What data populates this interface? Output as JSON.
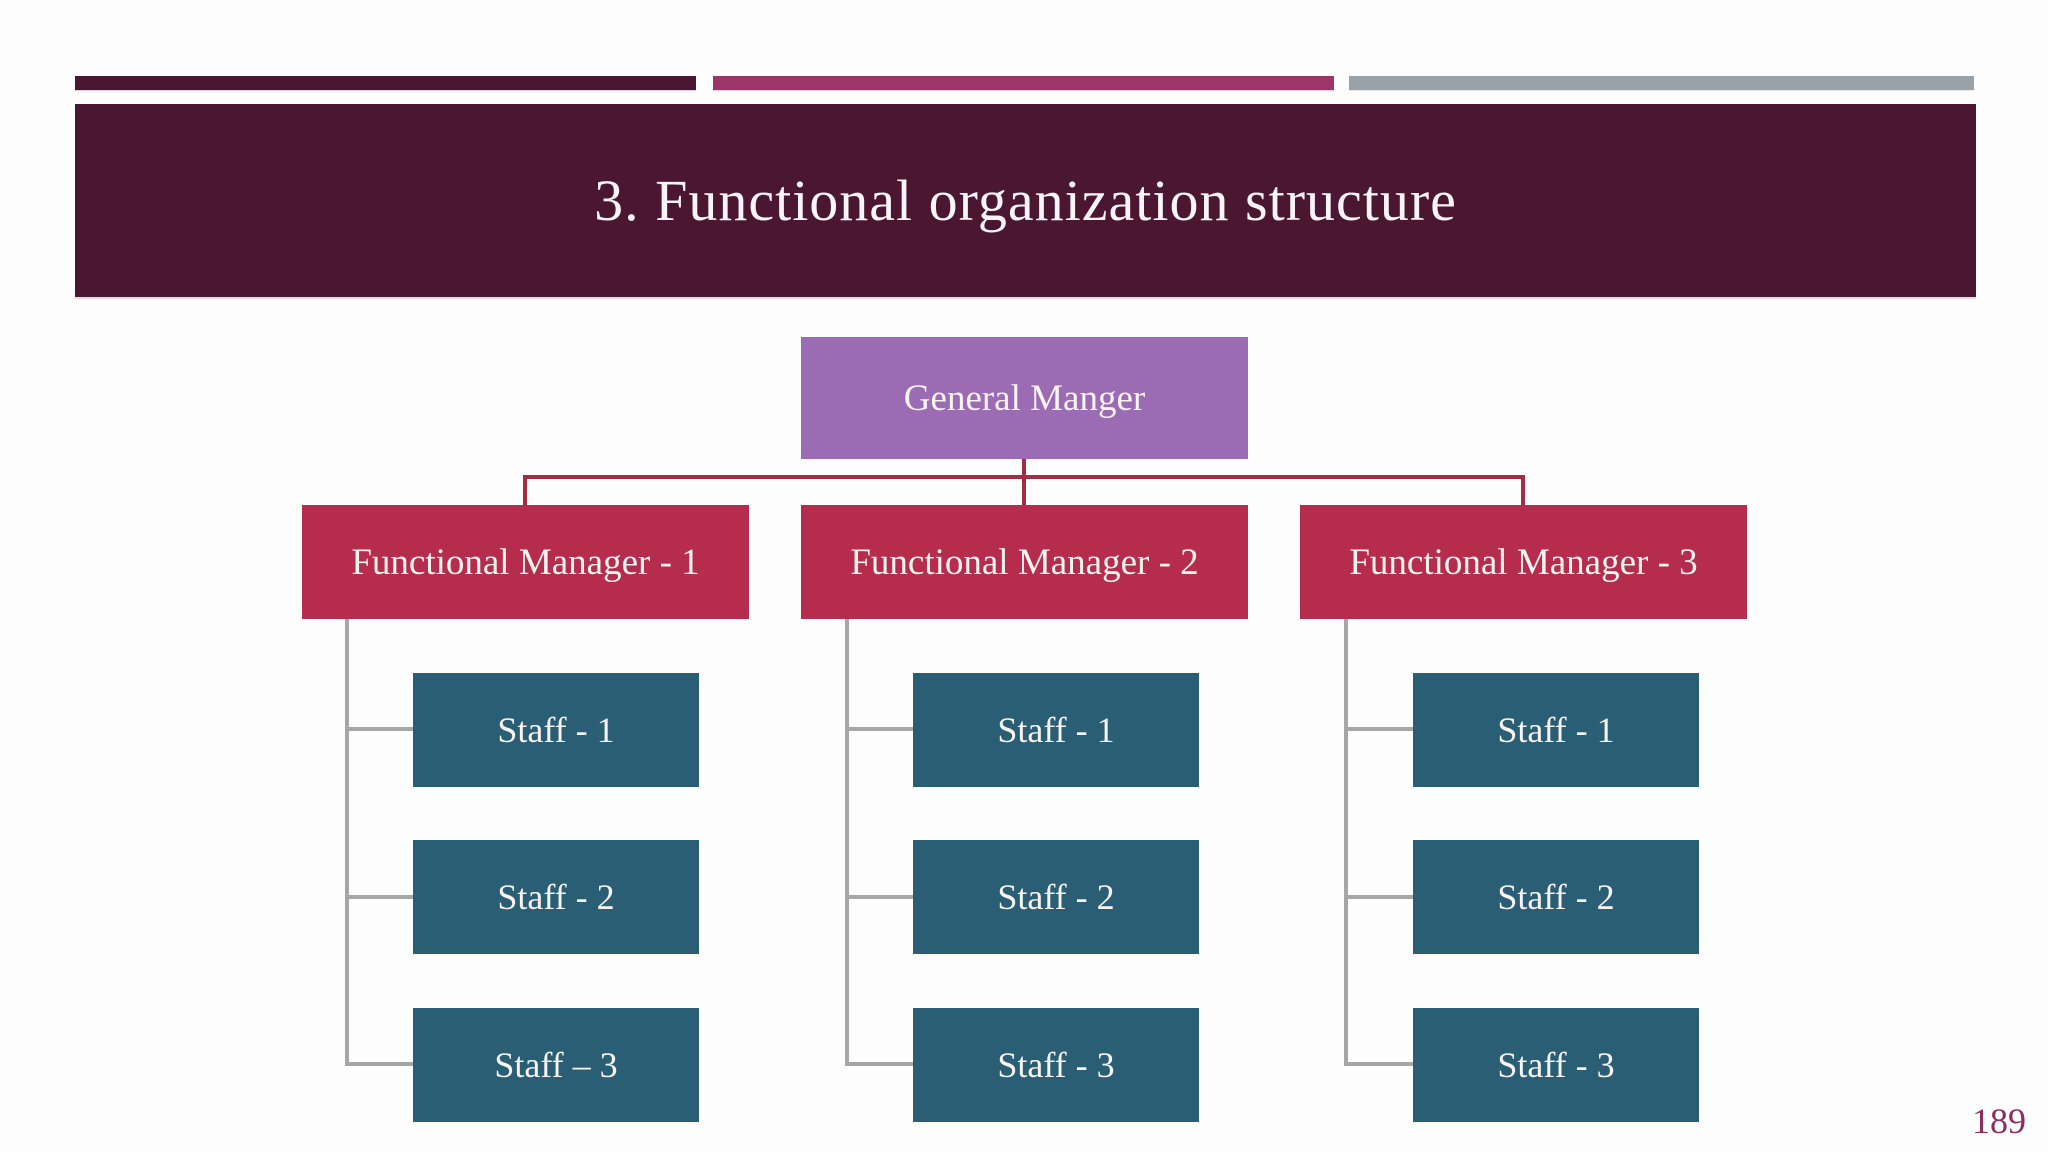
{
  "slide": {
    "title": "3. Functional organization structure",
    "page_number": "189"
  },
  "colors": {
    "title_banner_bg": "#4a1632",
    "accent_bar_maroon": "#4a1632",
    "accent_bar_magenta": "#9e3568",
    "accent_bar_gray": "#98a2a8",
    "general_manager_bg": "#9b6bb3",
    "functional_manager_bg": "#b52c4c",
    "staff_bg": "#2a5e75",
    "connector_red": "#a62c44",
    "connector_gray": "#a6a6a6",
    "title_text": "#f9f4f8",
    "box_text": "#f7f3f0",
    "page_number_text": "#8e2d5c"
  },
  "org_chart": {
    "root": {
      "label": "General Manger"
    },
    "columns": [
      {
        "manager": "Functional Manager - 1",
        "staff": [
          "Staff - 1",
          "Staff - 2",
          "Staff – 3"
        ]
      },
      {
        "manager": "Functional Manager - 2",
        "staff": [
          "Staff - 1",
          "Staff - 2",
          "Staff - 3"
        ]
      },
      {
        "manager": "Functional Manager - 3",
        "staff": [
          "Staff - 1",
          "Staff - 2",
          "Staff - 3"
        ]
      }
    ]
  }
}
